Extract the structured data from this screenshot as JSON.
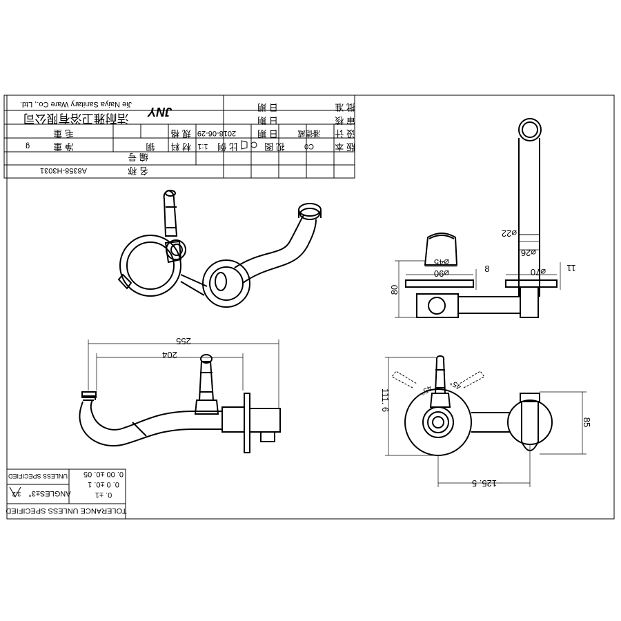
{
  "title_block": {
    "company_en": "Jie Naiya Sanitary Ware Co., Ltd.",
    "company_cn": "洁耐雅卫浴有限公司",
    "logo_text": "JNY",
    "approve_label": "批 准",
    "review_label": "审 核",
    "design_label": "设 计",
    "version_label": "版 本",
    "date_label": "日 期",
    "designer": "潘德威",
    "date": "2018-06-29",
    "version": "C0",
    "view_label": "视 图",
    "scale_label": "比 例",
    "scale": "1:1",
    "material_label": "材 料",
    "material": "铜",
    "spec_label": "规 格",
    "gross_weight_label": "毛 重",
    "net_weight_label": "净 重",
    "weight_unit": "g",
    "code_label": "编 号",
    "name_label": "名 称",
    "model": "A8358-H3031"
  },
  "tolerance": {
    "header": "TOLERANCE UNLESS SPECIFIED",
    "r1": "0.    ±1",
    "r2": "0. 0   ±0. 1",
    "r3": "0. 00   ±0. 05",
    "angles": "ANGLES±3°",
    "finish_note": "UNLESS SPECIFIED",
    "rough": "3.2"
  },
  "dims": {
    "d255": "255",
    "d204": "204",
    "d1116": "111. 6",
    "d85": "85",
    "d1255": "125. 5",
    "d80": "80",
    "d8": "8",
    "d11": "11",
    "phi90": "⌀90",
    "phi45": "⌀45",
    "phi70": "⌀70",
    "phi26": "⌀26",
    "phi22": "⌀22",
    "a45l": "45°",
    "a45r": "45°"
  }
}
